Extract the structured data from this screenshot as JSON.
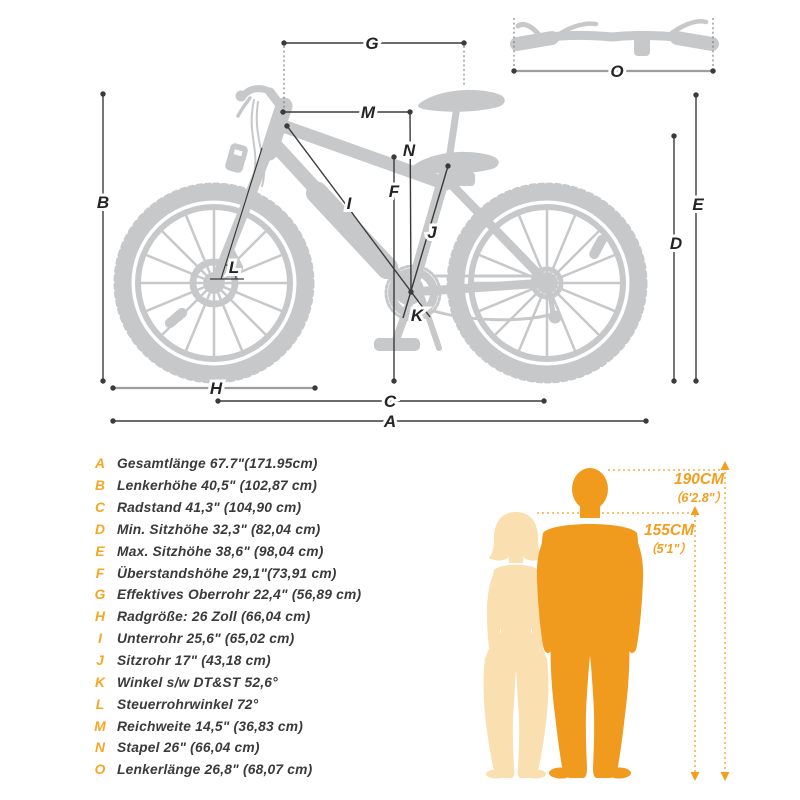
{
  "diagram_labels": {
    "A": "A",
    "B": "B",
    "C": "C",
    "D": "D",
    "E": "E",
    "F": "F",
    "G": "G",
    "H": "H",
    "I": "I",
    "J": "J",
    "K": "K",
    "L": "L",
    "M": "M",
    "N": "N",
    "O": "O"
  },
  "specs": [
    {
      "letter": "A",
      "text": "Gesamtlänge 67.7\"(171.95cm)"
    },
    {
      "letter": "B",
      "text": "Lenkerhöhe 40,5\" (102,87 cm)"
    },
    {
      "letter": "C",
      "text": "Radstand 41,3\" (104,90 cm)"
    },
    {
      "letter": "D",
      "text": "Min. Sitzhöhe 32,3\" (82,04 cm)"
    },
    {
      "letter": "E",
      "text": "Max. Sitzhöhe 38,6\" (98,04 cm)"
    },
    {
      "letter": "F",
      "text": "Überstandshöhe 29,1\"(73,91 cm)"
    },
    {
      "letter": "G",
      "text": "Effektives Oberrohr 22,4\" (56,89 cm)"
    },
    {
      "letter": "H",
      "text": "Radgröße: 26 Zoll (66,04 cm)"
    },
    {
      "letter": "I",
      "text": "Unterrohr 25,6\" (65,02 cm)"
    },
    {
      "letter": "J",
      "text": "Sitzrohr 17\" (43,18 cm)"
    },
    {
      "letter": "K",
      "text": "Winkel s/w DT&ST 52,6°"
    },
    {
      "letter": "L",
      "text": "Steuerrohrwinkel 72°"
    },
    {
      "letter": "M",
      "text": "Reichweite 14,5\" (36,83 cm)"
    },
    {
      "letter": "N",
      "text": "Stapel 26\" (66,04 cm)"
    },
    {
      "letter": "O",
      "text": "Lenkerlänge 26,8\" (68,07 cm)"
    }
  ],
  "size_chart": {
    "tall_cm": "190CM",
    "tall_ft": "（6'2.8\"）",
    "short_cm": "155CM",
    "short_ft": "（5'1\"）"
  },
  "colors": {
    "bike_silhouette": "#c7c8ca",
    "dimension_line": "#3b3b3b",
    "wheel_dimension_line": "#9d9d9d",
    "accent_orange": "#f5a623",
    "height_text_orange": "#f59e1d",
    "male_figure": "#f09b1e",
    "female_figure": "#fadfb0"
  }
}
